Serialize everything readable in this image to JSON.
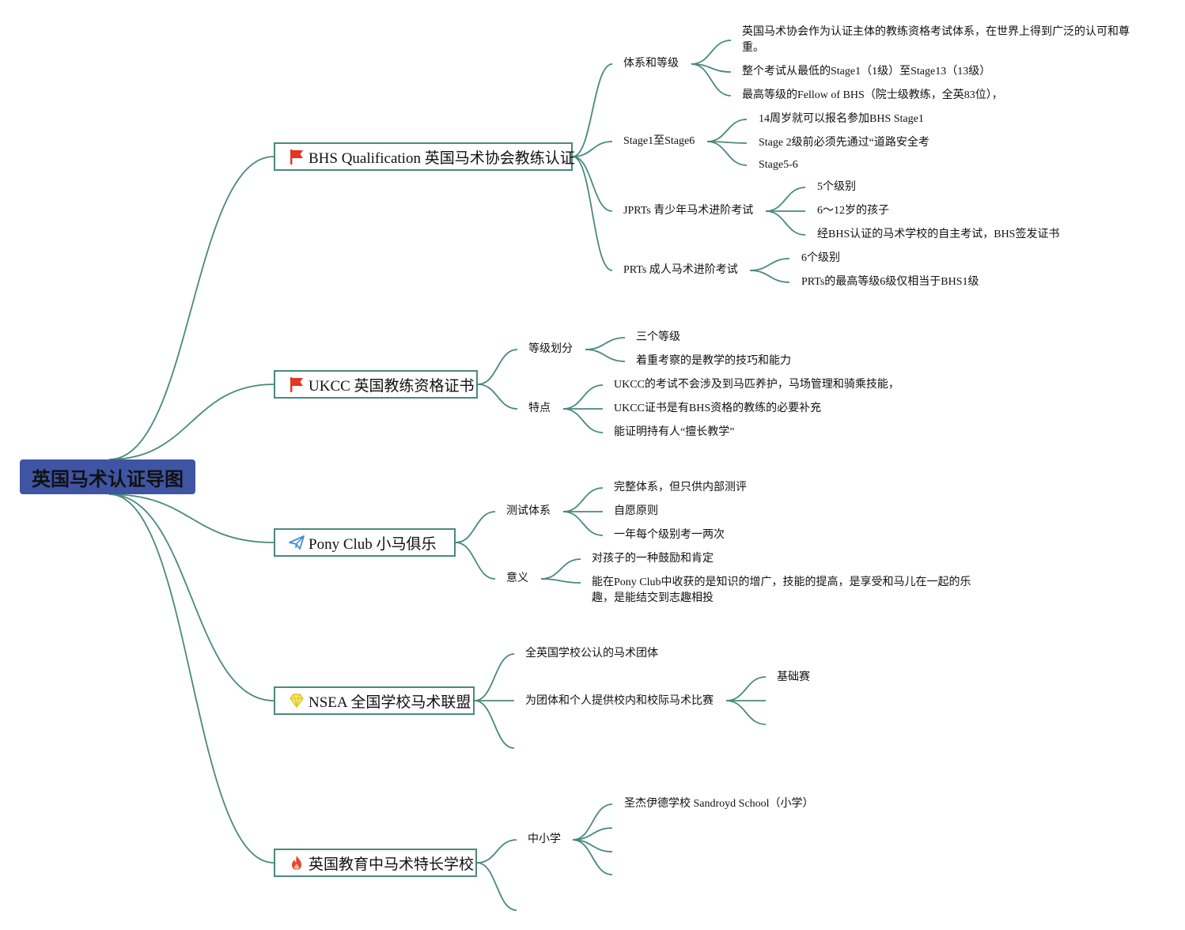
{
  "root": "英国马术认证导图",
  "branches": {
    "bhs": {
      "label": "BHS Qualification 英国马术协会教练认证",
      "icon": "red-flag-icon",
      "subs": {
        "system": {
          "label": "体系和等级",
          "leaves": [
            "英国马术协会作为认证主体的教练资格考试体系，在世界上得到广泛的认可和尊重。",
            "整个考试从最低的Stage1（1级）至Stage13（13级）",
            "最高等级的Fellow of BHS（院士级教练，全英83位），"
          ]
        },
        "stage": {
          "label": "Stage1至Stage6",
          "leaves": [
            "14周岁就可以报名参加BHS Stage1",
            "Stage 2级前必须先通过“道路安全考",
            "Stage5-6"
          ]
        },
        "jprts": {
          "label": "JPRTs 青少年马术进阶考试",
          "leaves": [
            "5个级别",
            "6～12岁的孩子",
            "经BHS认证的马术学校的自主考试，BHS签发证书"
          ]
        },
        "prts": {
          "label": "PRTs 成人马术进阶考试",
          "leaves": [
            "6个级别",
            "PRTs的最高等级6级仅相当于BHS1级"
          ]
        }
      }
    },
    "ukcc": {
      "label": "UKCC 英国教练资格证书",
      "icon": "red-flag-icon",
      "subs": {
        "grade": {
          "label": "等级划分",
          "leaves": [
            "三个等级",
            "着重考察的是教学的技巧和能力"
          ]
        },
        "feature": {
          "label": "特点",
          "leaves": [
            "UKCC的考试不会涉及到马匹养护，马场管理和骑乘技能，",
            "UKCC证书是有BHS资格的教练的必要补充",
            "能证明持有人“擅长教学”"
          ]
        }
      }
    },
    "pony": {
      "label": "Pony Club 小马俱乐",
      "icon": "paper-plane-icon",
      "subs": {
        "test": {
          "label": "测试体系",
          "leaves": [
            "完整体系，但只供内部测评",
            "自愿原则",
            "一年每个级别考一两次"
          ]
        },
        "meaning": {
          "label": "意义",
          "leaves": [
            "对孩子的一种鼓励和肯定",
            "能在Pony Club中收获的是知识的增广，技能的提高，是享受和马儿在一起的乐趣，是能结交到志趣相投"
          ]
        }
      }
    },
    "nsea": {
      "label": "NSEA 全国学校马术联盟",
      "icon": "diamond-icon",
      "subs": {
        "group": {
          "label": "全英国学校公认的马术团体"
        },
        "contest": {
          "label": "为团体和个人提供校内和校际马术比赛",
          "leaves": [
            "基础赛"
          ]
        }
      }
    },
    "school": {
      "label": "英国教育中马术特长学校",
      "icon": "fire-icon",
      "subs": {
        "primary": {
          "label": "中小学",
          "leaves": [
            "圣杰伊德学校 Sandroyd School（小学）"
          ]
        }
      }
    }
  },
  "colors": {
    "link": "#4a8a7a",
    "root_fill": "#3f55a3",
    "flag": "#e53524",
    "plane": "#3d8fd6",
    "diamond": "#f2d530",
    "fire": "#e8452c"
  }
}
